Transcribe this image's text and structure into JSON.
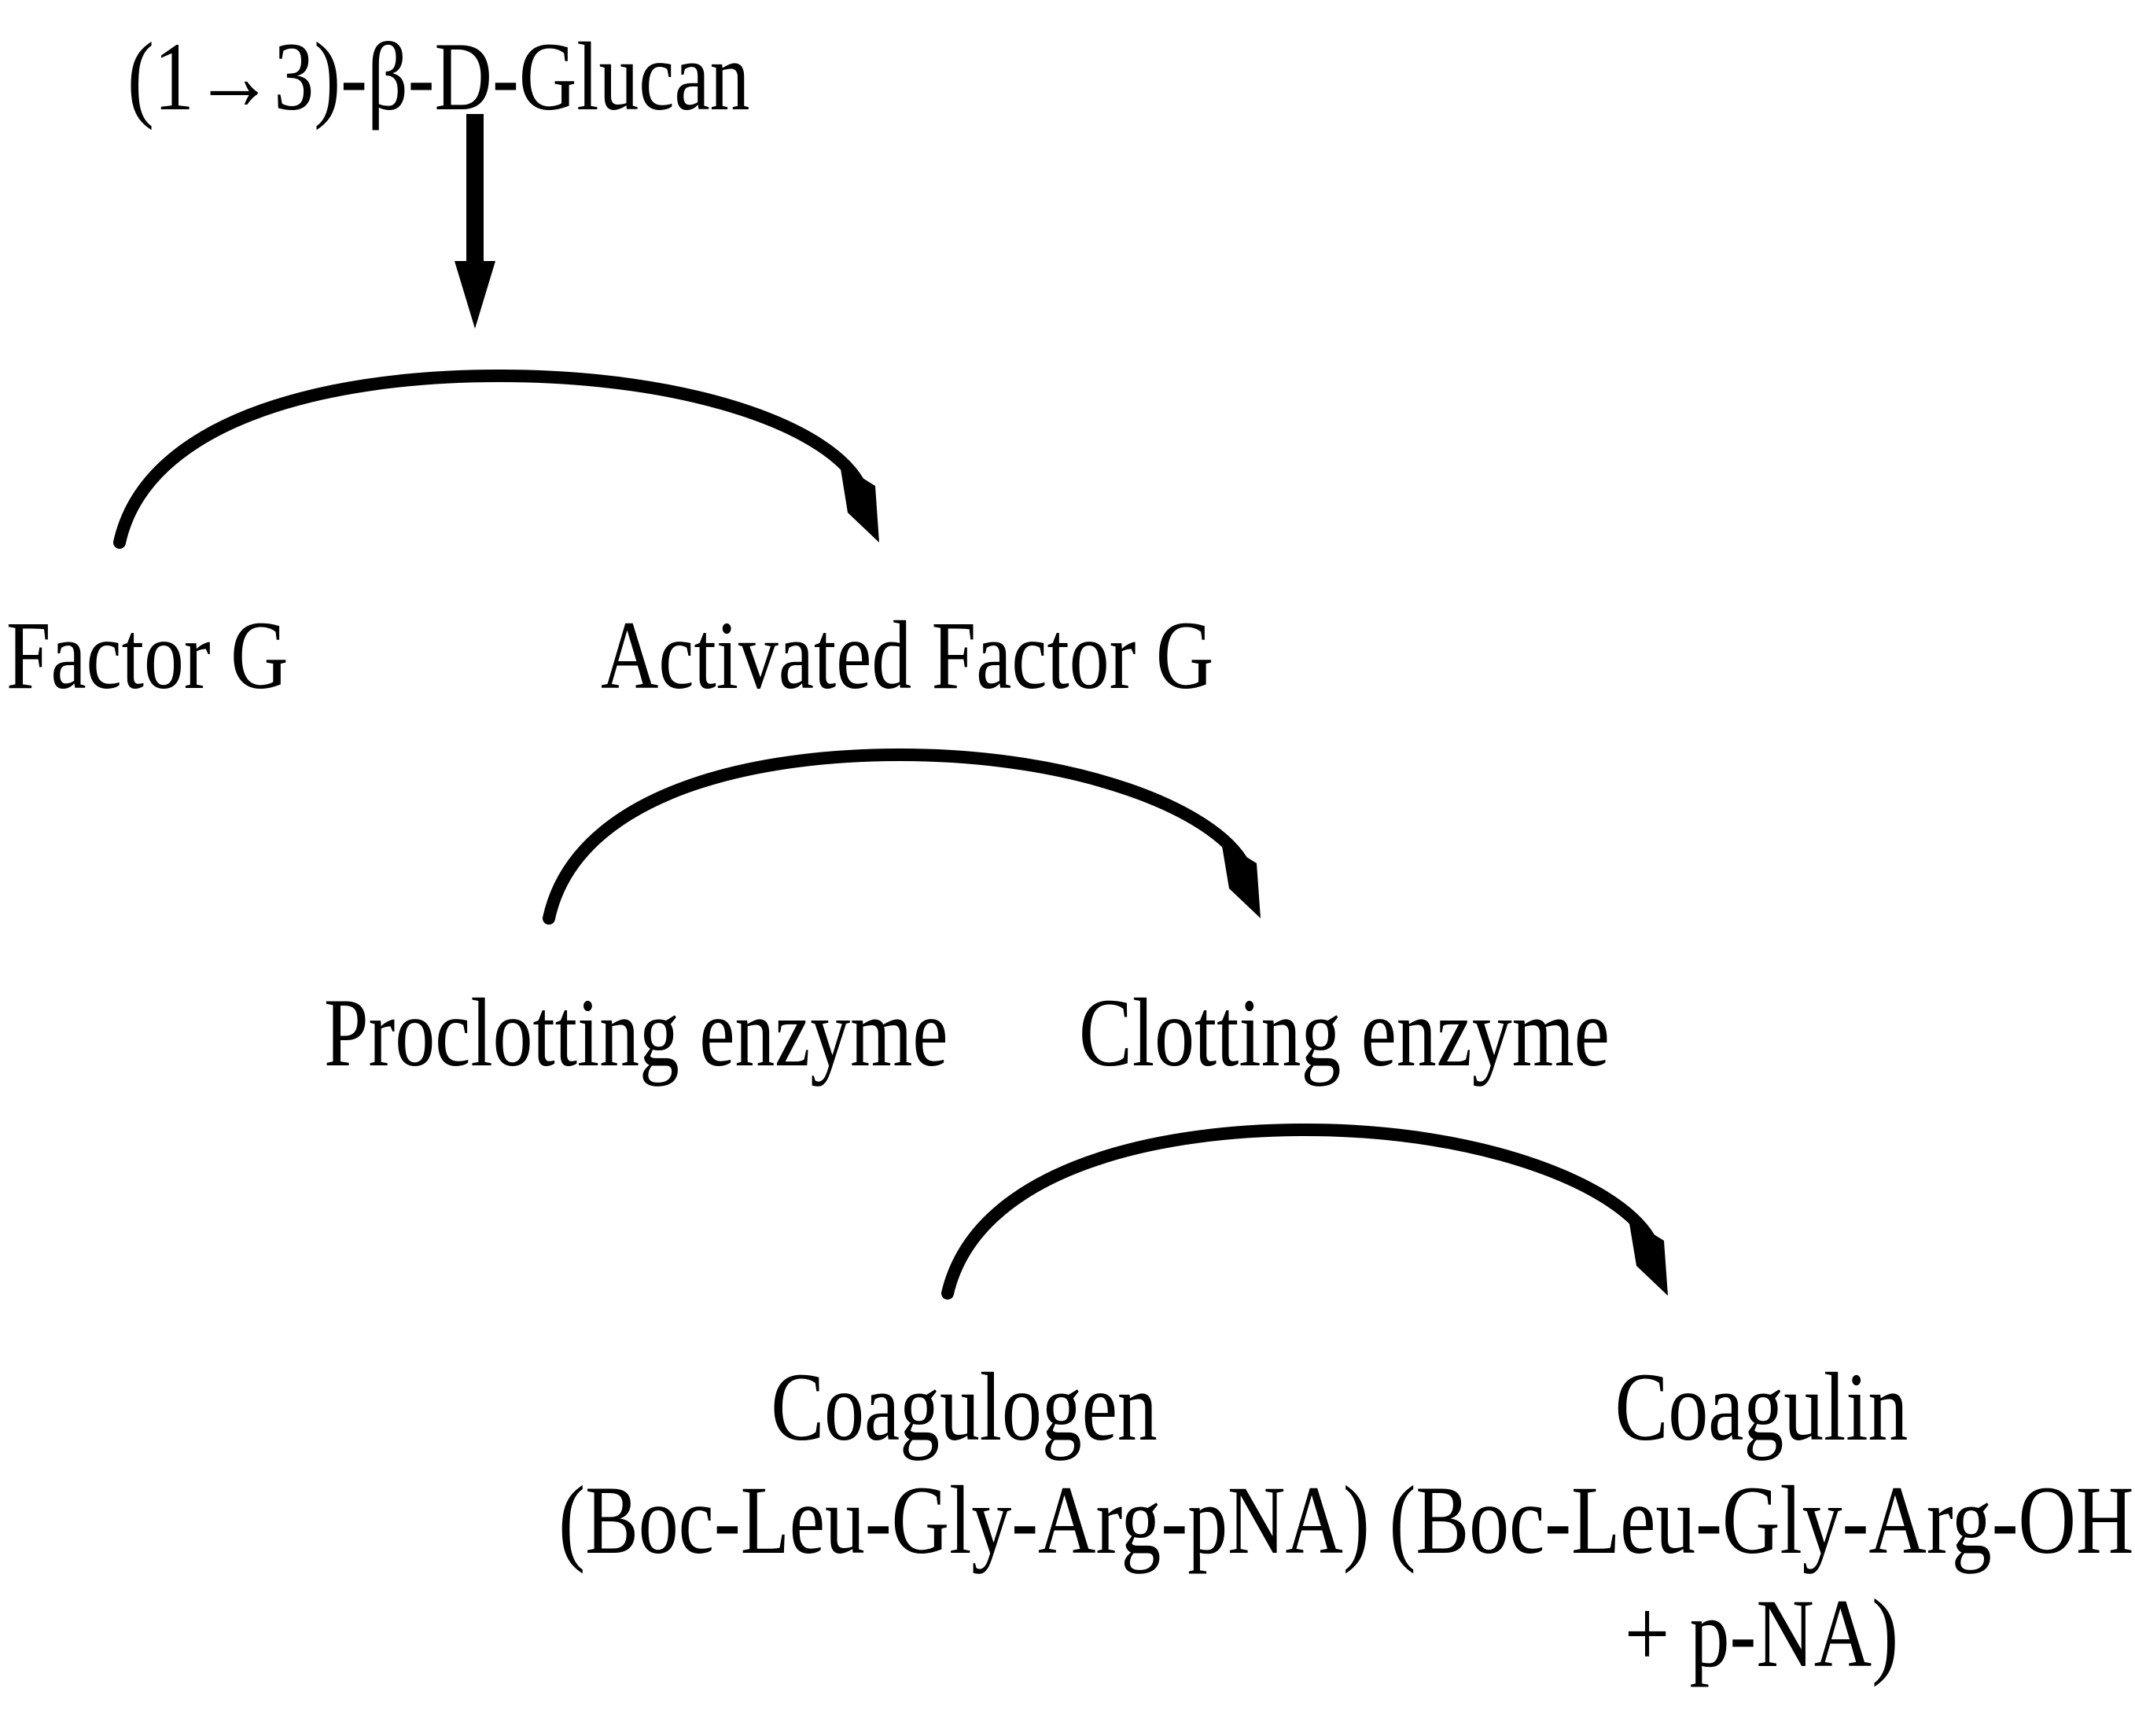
{
  "colors": {
    "ink": "#000000",
    "background": "#ffffff"
  },
  "nodes": {
    "glucan": "(1→3)-β-D-Glucan",
    "factor_g": "Factor G",
    "activated_factor_g": "Activated Factor G",
    "proclotting_enzyme": "Proclotting enzyme",
    "clotting_enzyme": "Clotting enzyme",
    "coagulogen": "Coagulogen",
    "coagulogen_substrate": "(Boc-Leu-Gly-Arg-pNA)",
    "coagulin": "Coagulin",
    "coagulin_product_line1": "(Boc-Leu-Gly-Arg-OH",
    "coagulin_product_line2": "+ p-NA)"
  },
  "edges": [
    {
      "from": "glucan",
      "to": "factor_g",
      "style": "straight"
    },
    {
      "from": "factor_g",
      "to": "activated_factor_g",
      "style": "curved"
    },
    {
      "from": "proclotting_enzyme",
      "to": "clotting_enzyme",
      "style": "curved"
    },
    {
      "from": "coagulogen",
      "to": "coagulin",
      "style": "curved"
    }
  ]
}
